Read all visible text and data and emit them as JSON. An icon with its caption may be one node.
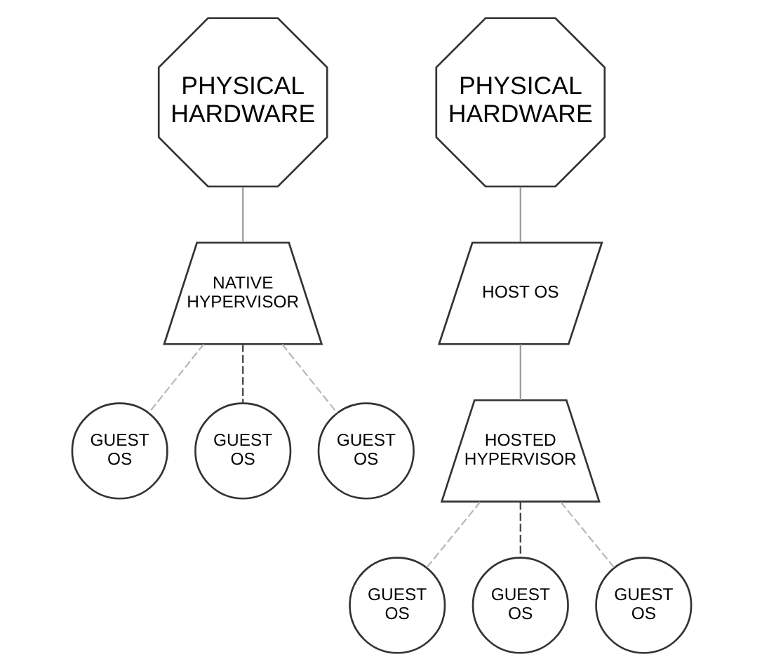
{
  "diagram": {
    "nodes": [
      {
        "text": [
          "PHYSICAL HARDWARE"
        ]
      },
      {
        "text": [
          "NATIVE HYPERVISOR"
        ]
      },
      {
        "text": [
          "GUEST OS"
        ]
      },
      {
        "text": [
          "GUEST OS"
        ]
      },
      {
        "text": [
          "GUEST OS"
        ]
      },
      {
        "text": [
          "PHYSICAL HARDWARE"
        ]
      },
      {
        "text": [
          "HOST OS"
        ]
      },
      {
        "text": [
          "HOSTED HYPERVISOR"
        ]
      },
      {
        "text": [
          "GUEST OS"
        ]
      },
      {
        "text": [
          "GUEST OS"
        ]
      },
      {
        "text": [
          "GUEST OS"
        ]
      }
    ],
    "edges": [
      {
        "from": 0,
        "to": 1,
        "arrow": "none"
      },
      {
        "from": 1,
        "to": 2,
        "arrow": "none",
        "style": "dashed",
        "color": "#b8b8b8"
      },
      {
        "from": 1,
        "to": 3,
        "arrow": "none",
        "style": "dashed",
        "color": "#404040"
      },
      {
        "from": 1,
        "to": 4,
        "arrow": "none",
        "style": "dashed",
        "color": "#b8b8b8"
      },
      {
        "from": 5,
        "to": 6,
        "arrow": "none"
      },
      {
        "from": 6,
        "to": 7,
        "arrow": "none"
      },
      {
        "from": 7,
        "to": 8,
        "arrow": "none",
        "style": "dashed",
        "color": "#b8b8b8"
      },
      {
        "from": 7,
        "to": 9,
        "arrow": "none",
        "style": "dashed",
        "color": "#404040"
      },
      {
        "from": 7,
        "to": 10,
        "arrow": "none",
        "style": "dashed",
        "color": "#b8b8b8"
      }
    ]
  }
}
